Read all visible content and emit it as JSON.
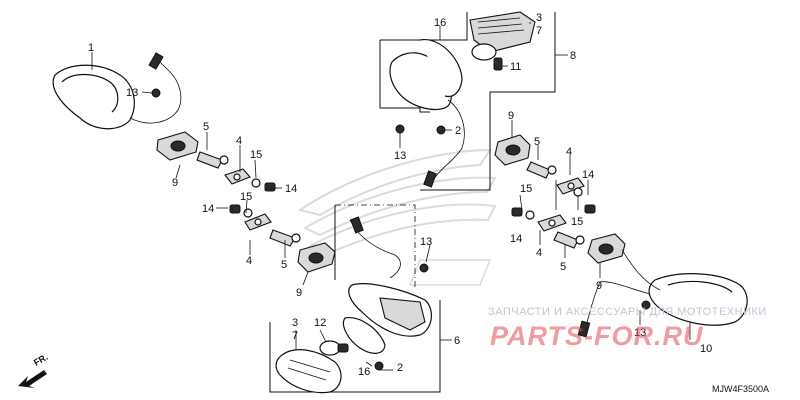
{
  "diagram": {
    "code": "MJW4F3500A",
    "front_label": "FR.",
    "callouts": [
      "1",
      "2",
      "3",
      "4",
      "5",
      "6",
      "7",
      "8",
      "9",
      "10",
      "11",
      "12",
      "13",
      "14",
      "15",
      "16"
    ]
  },
  "watermark": {
    "text": "ЗАПЧАСТИ И АКСЕССУАРЫ ДЛЯ МОТОТЕХНИКИ",
    "brand": "PARTS-FOR.RU",
    "brand_color": "#e04a50"
  }
}
